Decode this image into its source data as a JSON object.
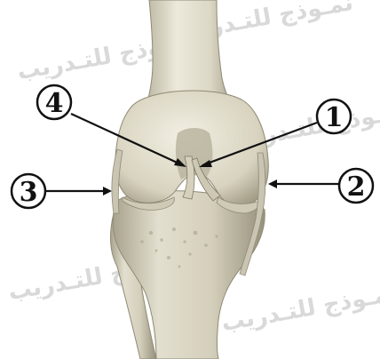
{
  "diagram": {
    "subject": "knee-joint",
    "labels": [
      {
        "id": "1",
        "text": "1"
      },
      {
        "id": "2",
        "text": "2"
      },
      {
        "id": "3",
        "text": "3"
      },
      {
        "id": "4",
        "text": "4"
      }
    ],
    "watermark": {
      "lines": [
        "نمـوذج للتـدريب",
        "نمـوذج للتـدريب",
        "نمـوذج للتـدريب",
        "نمـوذج للتـدريب",
        "نمـوذج للتـدريب"
      ]
    },
    "colors": {
      "bone": "#e6e2d2",
      "bone_shadow": "#a9a48f",
      "ligament": "#c9c5b2",
      "text": "#111111",
      "watermark": "#d9d9d9"
    }
  }
}
